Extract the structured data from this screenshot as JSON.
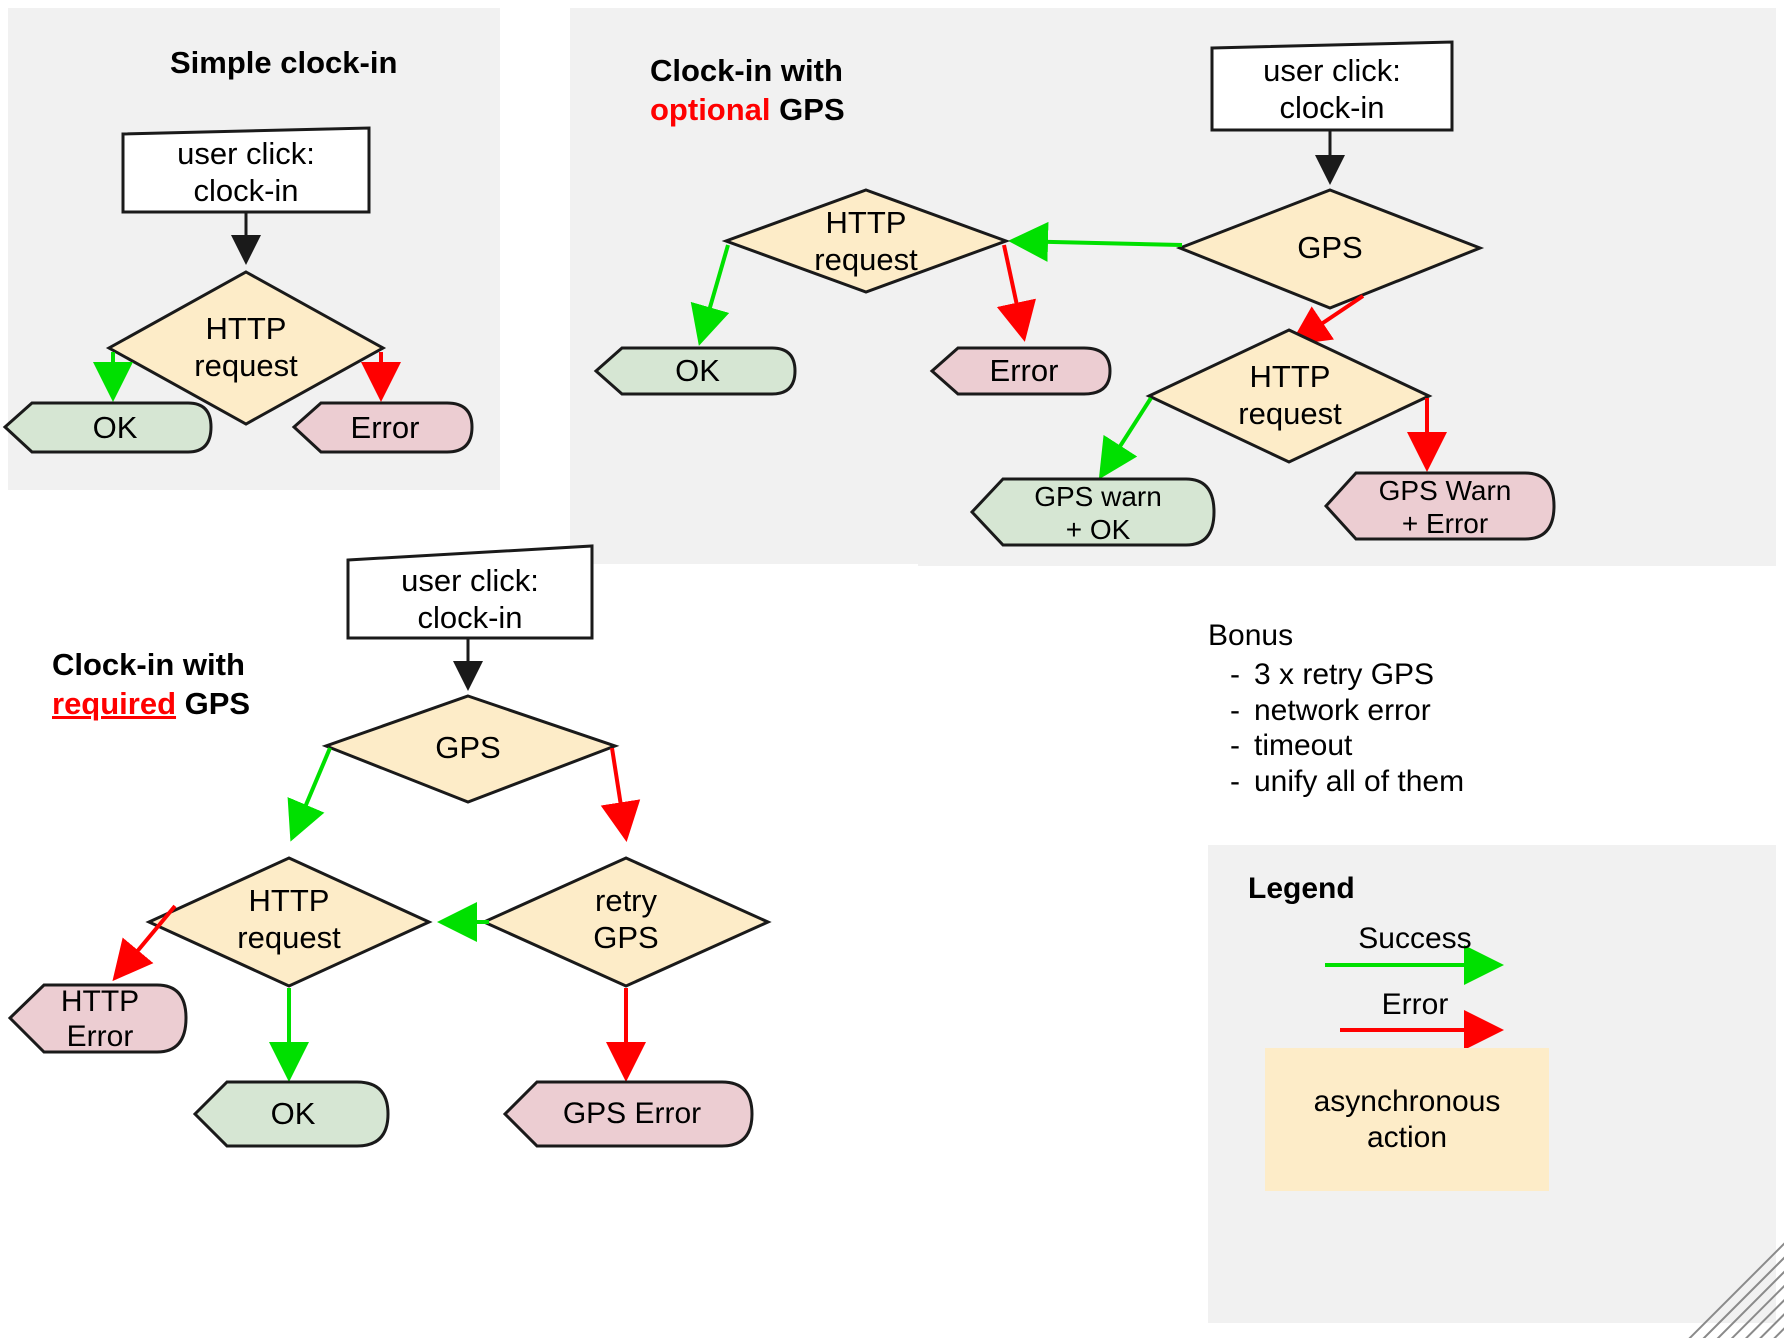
{
  "diagram": {
    "title_panel1": "Simple clock-in",
    "title_panel2_line1": "Clock-in with",
    "title_panel2_hl": "optional",
    "title_panel2_tail": " GPS",
    "title_panel3_line1": "Clock-in with",
    "title_panel3_hl": "required",
    "title_panel3_tail": " GPS"
  },
  "panel1": {
    "start": "user click:\nclock-in",
    "decision": "HTTP\nrequest",
    "ok": "OK",
    "error": "Error"
  },
  "panel2": {
    "start": "user click:\nclock-in",
    "gps": "GPS",
    "http": "HTTP\nrequest",
    "http2": "HTTP\nrequest",
    "ok": "OK",
    "error": "Error",
    "gps_warn_ok": "GPS warn\n+ OK",
    "gps_warn_error": "GPS Warn\n+ Error"
  },
  "panel3": {
    "start": "user click:\nclock-in",
    "gps": "GPS",
    "http": "HTTP\nrequest",
    "retry": "retry\nGPS",
    "http_error": "HTTP\nError",
    "ok": "OK",
    "gps_error": "GPS Error"
  },
  "bonus": {
    "heading": "Bonus",
    "dash": "-",
    "items": [
      "3 x retry GPS",
      "network error",
      "timeout",
      "unify all of them"
    ]
  },
  "legend": {
    "title": "Legend",
    "success_label": "Success",
    "error_label": "Error",
    "async_label": "asynchronous\naction"
  },
  "colors": {
    "success": "#00e000",
    "error": "#ff0000",
    "async_fill": "#fdecc8",
    "ok_fill": "#d6e6d3",
    "error_fill": "#eccdd2",
    "panel_bg": "#f1f1f1",
    "stroke": "#1a1a1a"
  }
}
